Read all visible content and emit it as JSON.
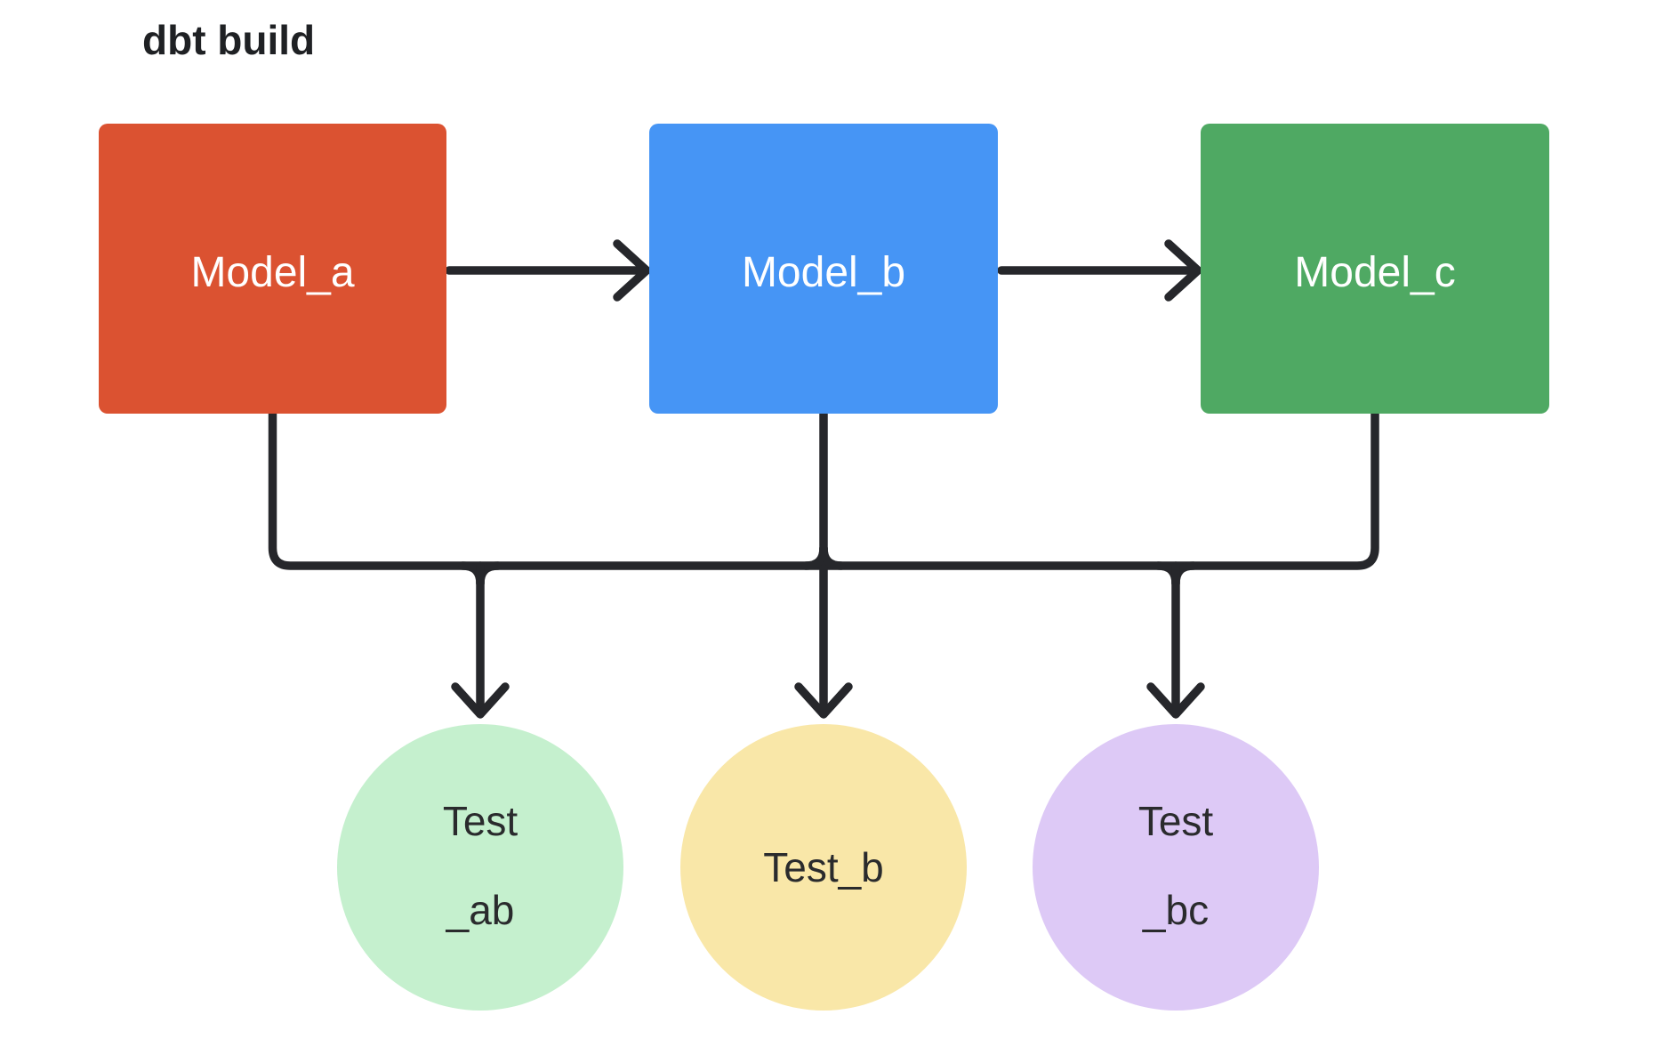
{
  "title": "dbt build",
  "colors": {
    "background": "#ffffff",
    "line": "#26272b",
    "title_text": "#1f2124",
    "test_text": "#2a2b2d",
    "model_text": "#ffffff"
  },
  "diagram": {
    "models": [
      {
        "id": "model_a",
        "label": "Model_a",
        "color": "#db5231"
      },
      {
        "id": "model_b",
        "label": "Model_b",
        "color": "#4695f5"
      },
      {
        "id": "model_c",
        "label": "Model_c",
        "color": "#4fa963"
      }
    ],
    "tests": [
      {
        "id": "test_ab",
        "line1": "Test",
        "line2": "_ab",
        "color": "#c5f0ce"
      },
      {
        "id": "test_b",
        "line1": "Test_b",
        "line2": "",
        "color": "#f9e7a8"
      },
      {
        "id": "test_bc",
        "line1": "Test",
        "line2": "_bc",
        "color": "#ddc9f6"
      }
    ],
    "edges": [
      {
        "from": "model_a",
        "to": "model_b",
        "style": "arrow"
      },
      {
        "from": "model_b",
        "to": "model_c",
        "style": "arrow"
      },
      {
        "from": "models-bus",
        "to": "test_ab",
        "style": "arrow"
      },
      {
        "from": "models-bus",
        "to": "test_b",
        "style": "arrow"
      },
      {
        "from": "models-bus",
        "to": "test_bc",
        "style": "arrow"
      }
    ]
  }
}
